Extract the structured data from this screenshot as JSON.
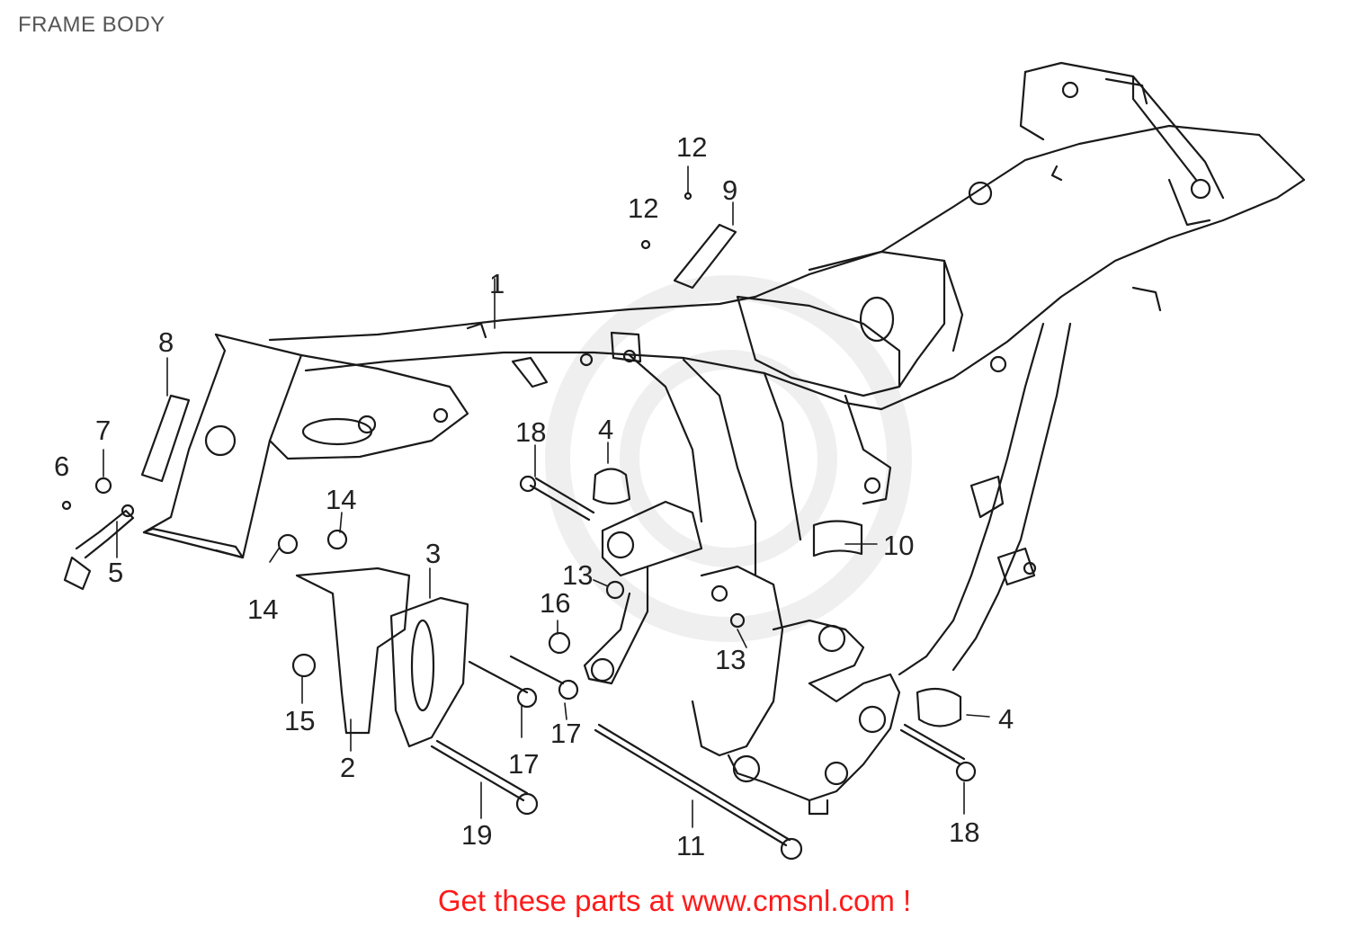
{
  "title": "FRAME BODY",
  "footer": "Get these parts at www.cmsnl.com !",
  "callouts": {
    "c1": "1",
    "c2": "2",
    "c3": "3",
    "c4a": "4",
    "c4b": "4",
    "c5": "5",
    "c6": "6",
    "c7": "7",
    "c8": "8",
    "c9": "9",
    "c10": "10",
    "c11": "11",
    "c12a": "12",
    "c12b": "12",
    "c13a": "13",
    "c13b": "13",
    "c14a": "14",
    "c14b": "14",
    "c15": "15",
    "c16": "16",
    "c17a": "17",
    "c17b": "17",
    "c18a": "18",
    "c18b": "18",
    "c19": "19"
  },
  "colors": {
    "line": "#1a1a1a",
    "footer": "#ff1a1a",
    "title": "#555555"
  }
}
